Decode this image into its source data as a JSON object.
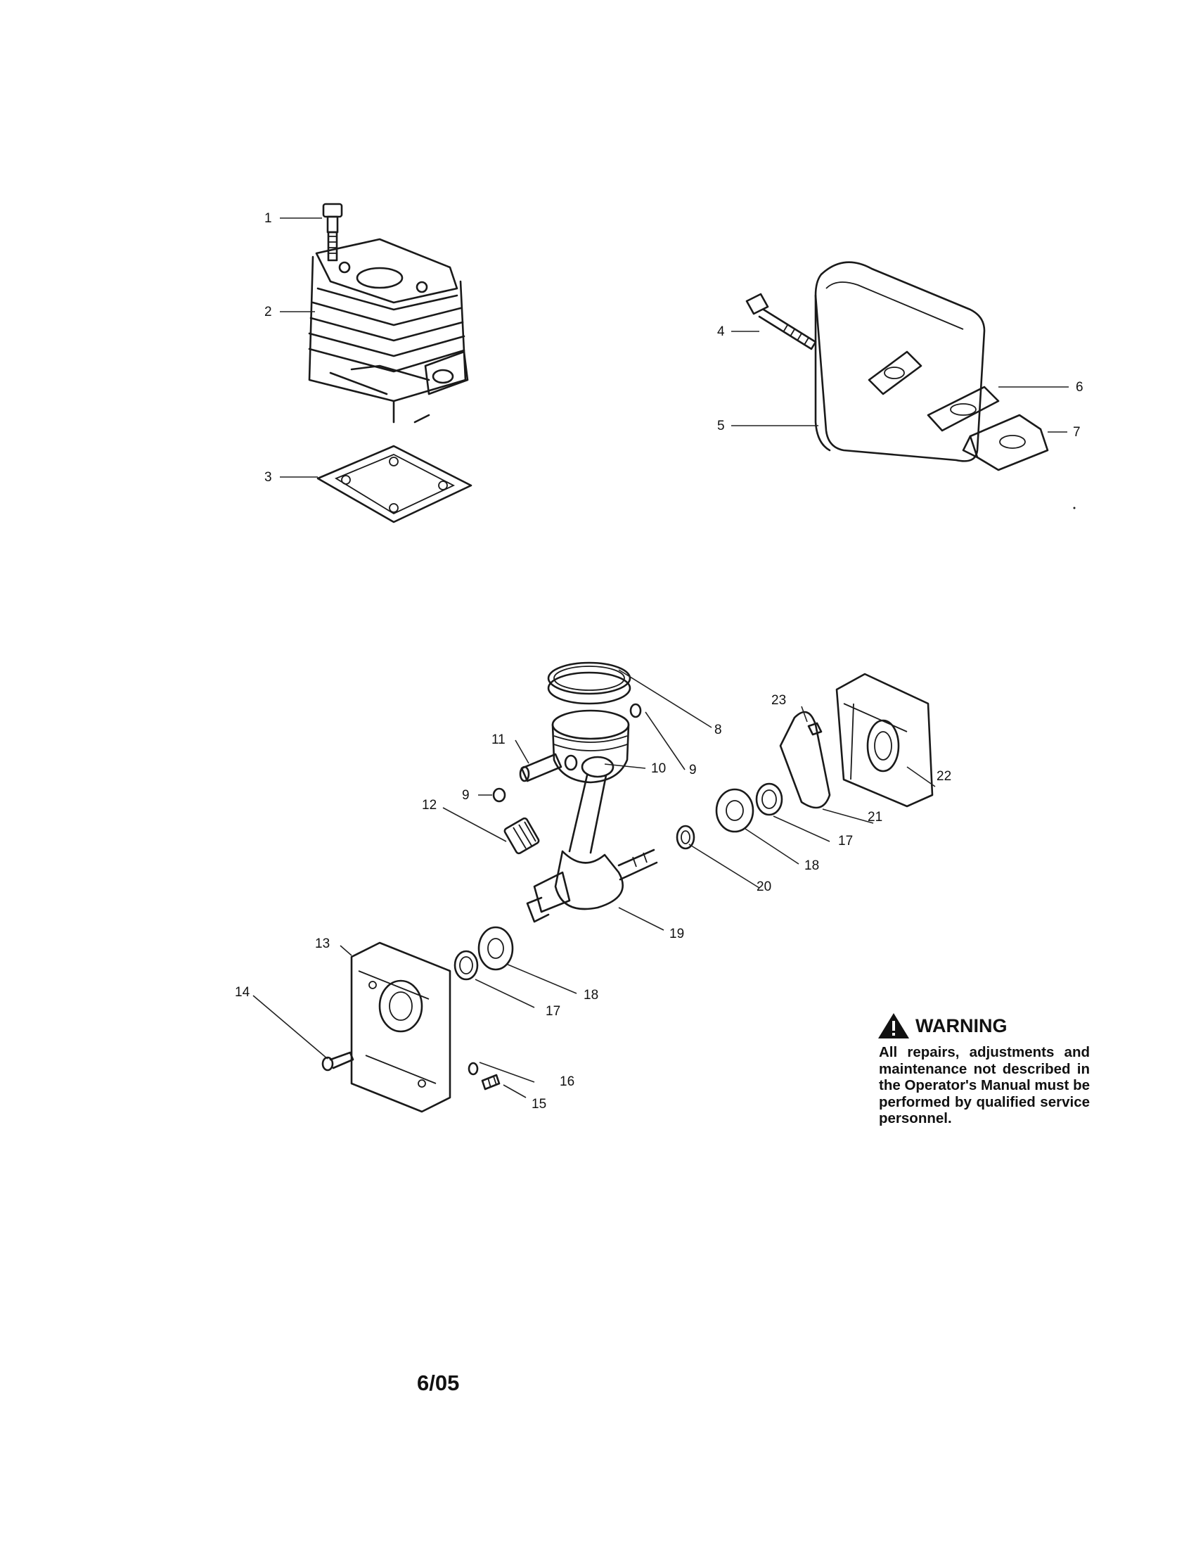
{
  "callouts": {
    "c1": "1",
    "c2": "2",
    "c3": "3",
    "c4": "4",
    "c5": "5",
    "c6": "6",
    "c7": "7",
    "c8": "8",
    "c9a": "9",
    "c9b": "9",
    "c10": "10",
    "c11": "11",
    "c12": "12",
    "c13": "13",
    "c14": "14",
    "c15": "15",
    "c16": "16",
    "c17a": "17",
    "c17b": "17",
    "c18a": "18",
    "c18b": "18",
    "c19": "19",
    "c20": "20",
    "c21": "21",
    "c22": "22",
    "c23": "23"
  },
  "warning": {
    "heading": "WARNING",
    "text": "All repairs, adjustments and maintenance not described in the Operator's Manual must be performed by qualified service personnel."
  },
  "footer": {
    "date_code": "6/05"
  }
}
